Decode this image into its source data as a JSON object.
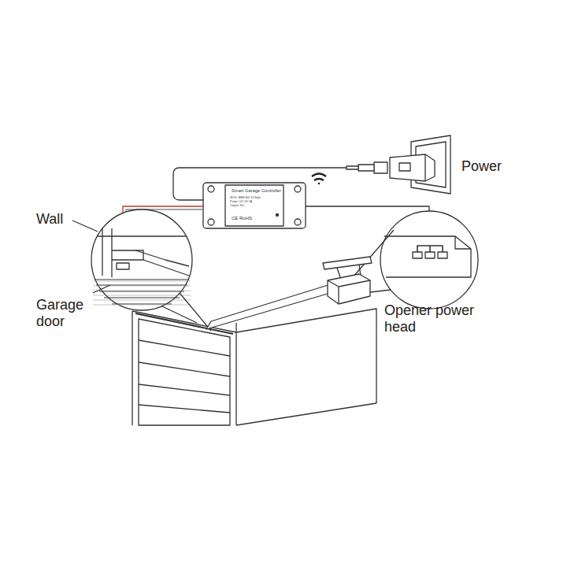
{
  "diagram": {
    "nodes": [
      {
        "text": [
          "Smart Garage Controller",
          "Wi-Fi: IEEE 802.11 b/g/n",
          "Power: DC 5V 1A",
          "Output: NO",
          "CE RoHS"
        ]
      }
    ],
    "labels": [
      "Power",
      "Wall",
      "Garage door",
      "Opener power head"
    ]
  }
}
